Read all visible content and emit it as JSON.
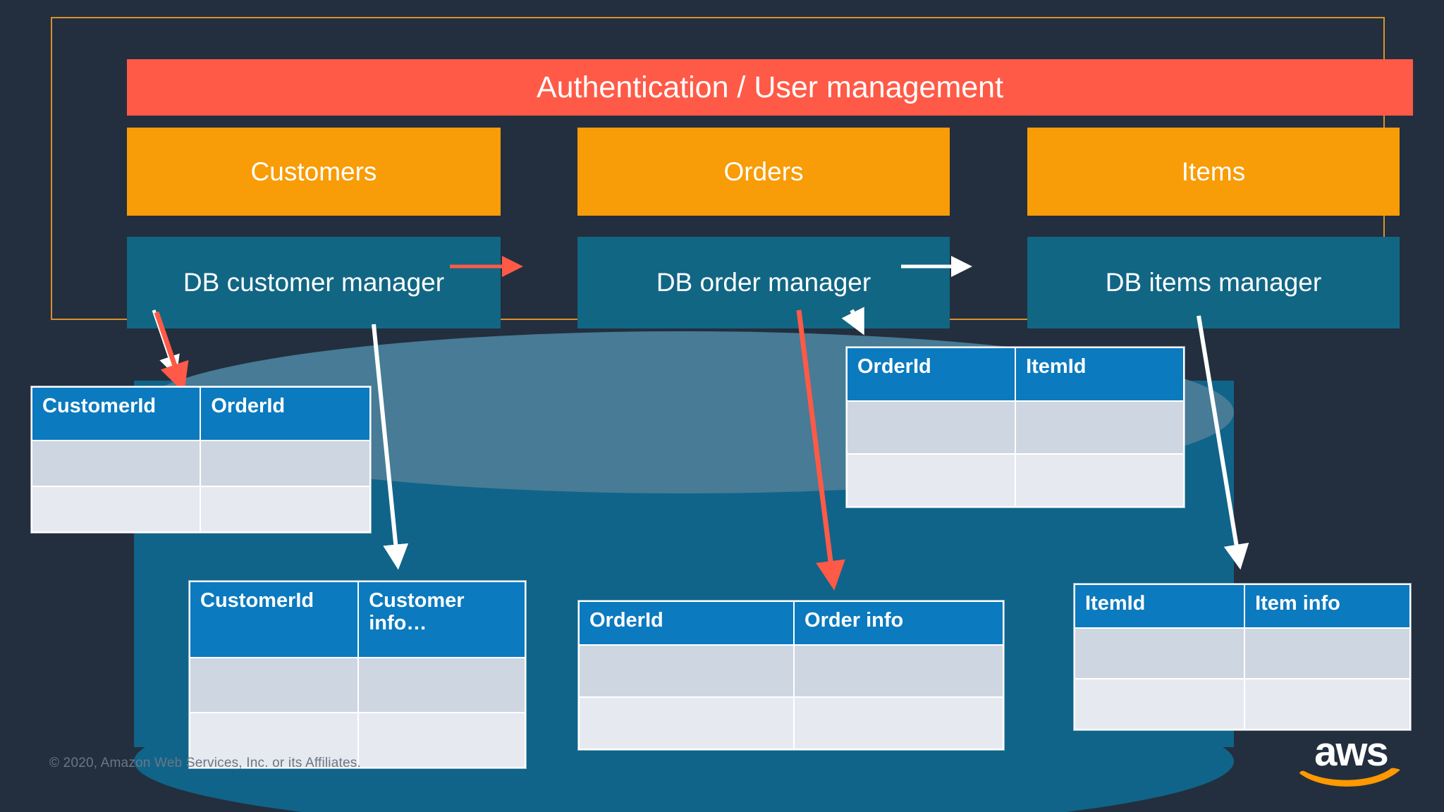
{
  "slide": {
    "background_color": "#232f3e",
    "frame_border_color": "#d9912a"
  },
  "architecture": {
    "auth_banner": {
      "label": "Authentication / User management",
      "color": "#ff5a47"
    },
    "columns": [
      {
        "service_label": "Customers",
        "manager_label": "DB customer manager"
      },
      {
        "service_label": "Orders",
        "manager_label": "DB order manager"
      },
      {
        "service_label": "Items",
        "manager_label": "DB items manager"
      }
    ],
    "service_color": "#f89c08",
    "manager_color": "#116684"
  },
  "connections": [
    {
      "name": "customer-manager-to-order-manager",
      "color": "#ff5a47",
      "style": "horizontal"
    },
    {
      "name": "order-manager-to-items-manager",
      "color": "#ffffff",
      "style": "horizontal"
    },
    {
      "name": "customer-manager-to-customer-order-table",
      "color": "#ff5a47",
      "style": "diagonal"
    },
    {
      "name": "customer-manager-to-customer-order-table-white",
      "color": "#ffffff",
      "style": "diagonal"
    },
    {
      "name": "customer-manager-to-customer-info-table",
      "color": "#ffffff",
      "style": "diagonal"
    },
    {
      "name": "order-manager-to-order-info-table",
      "color": "#ff5a47",
      "style": "diagonal"
    },
    {
      "name": "order-manager-to-order-item-table",
      "color": "#ffffff",
      "style": "diagonal"
    },
    {
      "name": "items-manager-to-item-info-table",
      "color": "#ffffff",
      "style": "diagonal"
    }
  ],
  "database": {
    "name": "database-cylinder",
    "top_color": "#477b96",
    "body_color": "#106489"
  },
  "tables": {
    "header_color": "#0b7abf",
    "row_colors": [
      "#ced6e2",
      "#e6eaf0"
    ],
    "customer_order": {
      "name": "customer-order-table",
      "headers": [
        "CustomerId",
        "OrderId"
      ],
      "rows": [
        [
          "",
          ""
        ],
        [
          "",
          ""
        ]
      ]
    },
    "order_item": {
      "name": "order-item-table",
      "headers": [
        "OrderId",
        "ItemId"
      ],
      "rows": [
        [
          "",
          ""
        ],
        [
          "",
          ""
        ]
      ]
    },
    "customer_info": {
      "name": "customer-info-table",
      "headers": [
        "CustomerId",
        "Customer info…"
      ],
      "rows": [
        [
          "",
          ""
        ],
        [
          "",
          ""
        ]
      ]
    },
    "order_info": {
      "name": "order-info-table",
      "headers": [
        "OrderId",
        "Order info"
      ],
      "rows": [
        [
          "",
          ""
        ],
        [
          "",
          ""
        ]
      ]
    },
    "item_info": {
      "name": "item-info-table",
      "headers": [
        "ItemId",
        "Item info"
      ],
      "rows": [
        [
          "",
          ""
        ],
        [
          "",
          ""
        ]
      ]
    }
  },
  "footer": {
    "copyright": "© 2020, Amazon Web Services, Inc. or its Affiliates.",
    "logo_text": "aws",
    "logo_color": "#ff9900"
  }
}
